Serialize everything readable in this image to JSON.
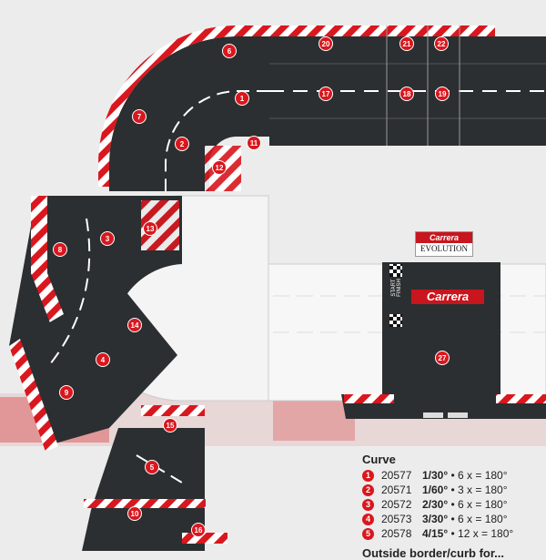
{
  "brand": {
    "top": "Carrera",
    "bottom": "EVOLUTION",
    "banner": "Carrera"
  },
  "start_finish": [
    "START",
    "FINISH"
  ],
  "colors": {
    "track": "#2b2f31",
    "red": "#d9171e",
    "white_track": "#f7f7f7"
  },
  "legend": {
    "title": "Curve",
    "rows": [
      {
        "num": "1",
        "code": "20577",
        "angle": "1/30°",
        "rest": " • 6 x = 180°"
      },
      {
        "num": "2",
        "code": "20571",
        "angle": "1/60°",
        "rest": " • 3 x = 180°"
      },
      {
        "num": "3",
        "code": "20572",
        "angle": "2/30°",
        "rest": " • 6 x = 180°"
      },
      {
        "num": "4",
        "code": "20573",
        "angle": "3/30°",
        "rest": " • 6 x = 180°"
      },
      {
        "num": "5",
        "code": "20578",
        "angle": "4/15°",
        "rest": " • 12 x = 180°"
      }
    ],
    "footer": "Outside border/curb for..."
  },
  "markers": [
    "1",
    "2",
    "3",
    "4",
    "5",
    "6",
    "7",
    "8",
    "9",
    "10",
    "11",
    "12",
    "13",
    "14",
    "15",
    "16",
    "17",
    "18",
    "19",
    "20",
    "21",
    "22",
    "27"
  ]
}
